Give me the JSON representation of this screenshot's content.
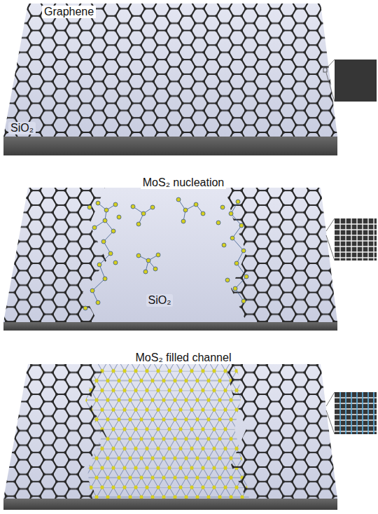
{
  "diagram": {
    "labels": [
      "Graphene",
      "SiO₂",
      "MoS₂ nucleation",
      "SiO₂",
      "MoS₂ filled channel"
    ]
  }
}
